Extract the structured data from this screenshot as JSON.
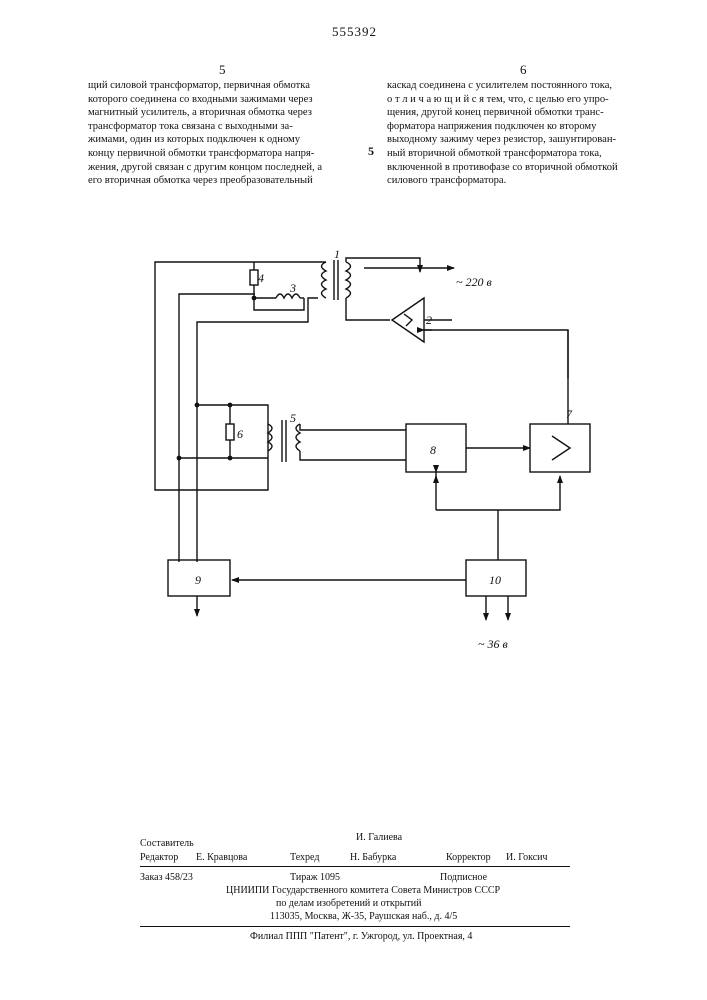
{
  "header": {
    "patent_number": "555392"
  },
  "columns": {
    "left": {
      "page_number": "5",
      "lines": [
        "щий силовой трансформатор, первичная обмотка",
        "которого соединена со входными зажимами через",
        "магнитный усилитель, а вторичная обмотка через",
        "трансформатор тока связана с выходными за-",
        "жимами, один из которых подключен к одному",
        "концу первичной обмотки трансформатора напря-",
        "жения, другой связан с другим концом последней, а",
        "его вторичная обмотка через преобразовательный"
      ]
    },
    "right": {
      "page_number": "6",
      "line_marker": "5",
      "lines": [
        "каскад соединена с усилителем постоянного тока,",
        "о т л и ч а ю щ и й с я  тем, что, с целью его упро-",
        "щения, другой конец первичной обмотки транс-",
        "форматора напряжения подключен ко второму",
        "выходному зажиму через резистор, зашунтирован-",
        "ный вторичной обмоткой трансформатора тока,",
        "включенной в противофазе со вторичной обмоткой",
        "силового трансформатора."
      ]
    }
  },
  "diagram": {
    "labels": {
      "n1": "1",
      "n2": "2",
      "n3": "3",
      "n4": "4",
      "n5": "5",
      "n6": "6",
      "n7": "7",
      "n8": "8",
      "n9": "9",
      "n10": "10"
    },
    "voltage_220": "~ 220 в",
    "voltage_36": "~ 36 в"
  },
  "footer": {
    "editor_label": "Редактор",
    "editor_name": "Е. Кравцова",
    "compiler_label": "Составитель",
    "compiler_name": "И. Галиева",
    "techred_label": "Техред",
    "techred_name": "Н. Бабурка",
    "corrector_label": "Корректор",
    "corrector_name": "И. Гоксич",
    "order": "Заказ 458/23",
    "circulation": "Тираж     1095",
    "subscription": "Подписное",
    "org_line1": "ЦНИИПИ Государственного комитета Совета Министров СССР",
    "org_line2": "по делам изобретений и открытий",
    "org_line3": "113035, Москва, Ж-35, Раушская наб., д. 4/5",
    "branch": "Филиал ППП \"Патент\", г. Ужгород, ул. Проектная, 4"
  }
}
